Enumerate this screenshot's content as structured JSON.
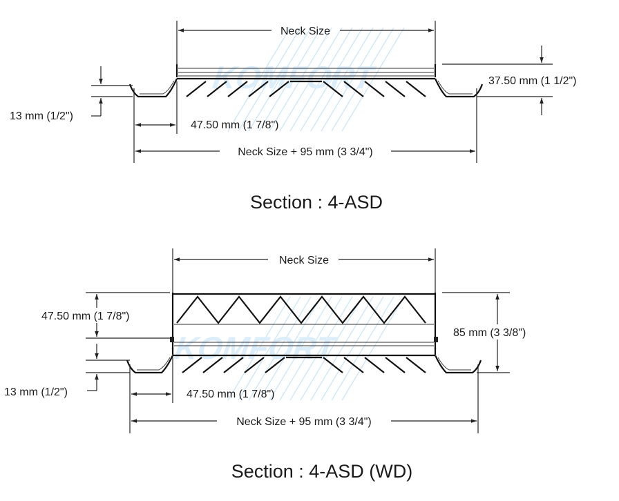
{
  "watermark": {
    "brand": "KOMFORT"
  },
  "sections": [
    {
      "caption": "Section : 4-ASD",
      "dims": {
        "neck_size": "Neck Size",
        "height": "37.50 mm (1 1/2\")",
        "flange": "13 mm (1/2\")",
        "offset": "47.50 mm (1 7/8\")",
        "overall": "Neck Size + 95 mm (3 3/4\")"
      }
    },
    {
      "caption": "Section : 4-ASD (WD)",
      "dims": {
        "neck_size": "Neck Size",
        "damper_height": "47.50 mm (1 7/8\")",
        "total_height": "85 mm (3 3/8\")",
        "flange": "13 mm (1/2\")",
        "offset": "47.50 mm (1 7/8\")",
        "overall": "Neck Size + 95 mm (3 3/4\")"
      }
    }
  ]
}
